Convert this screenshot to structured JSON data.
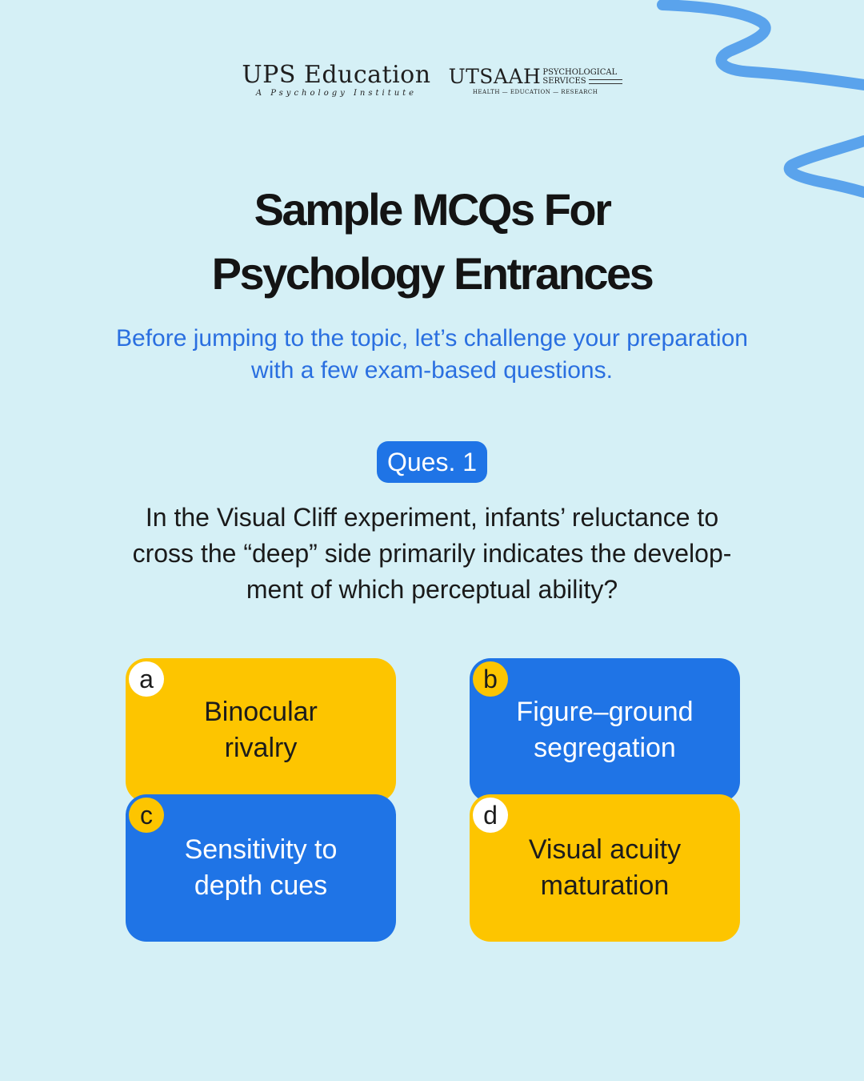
{
  "header": {
    "ups_name": "UPS Education",
    "ups_tagline": "A Psychology Institute",
    "utsaah_name": "UTSAAH",
    "utsaah_sub1": "PSYCHOLOGICAL",
    "utsaah_sub2": "SERVICES",
    "utsaah_tagline": "HEALTH — EDUCATION — RESEARCH"
  },
  "title_line1": "Sample MCQs For",
  "title_line2": "Psychology Entrances",
  "subtitle_line1": "Before jumping to the topic, let’s challenge your preparation",
  "subtitle_line2": "with a few exam-based questions.",
  "question_badge": "Ques. 1",
  "question_line1": "In the Visual Cliff experiment, infants’ reluctance to",
  "question_line2": "cross the “deep” side primarily indicates the develop-",
  "question_line3": "ment of which perceptual ability?",
  "options": [
    {
      "letter": "a",
      "line1": "Binocular",
      "line2": "rivalry"
    },
    {
      "letter": "b",
      "line1": "Figure–ground",
      "line2": "segregation"
    },
    {
      "letter": "c",
      "line1": "Sensitivity to",
      "line2": "depth cues"
    },
    {
      "letter": "d",
      "line1": "Visual acuity",
      "line2": "maturation"
    }
  ],
  "colors": {
    "background": "#d5f0f6",
    "accent_blue": "#1f74e6",
    "accent_yellow": "#fdc500",
    "subtitle_blue": "#2a6fe0",
    "squiggle_blue": "#5aa3ec"
  }
}
